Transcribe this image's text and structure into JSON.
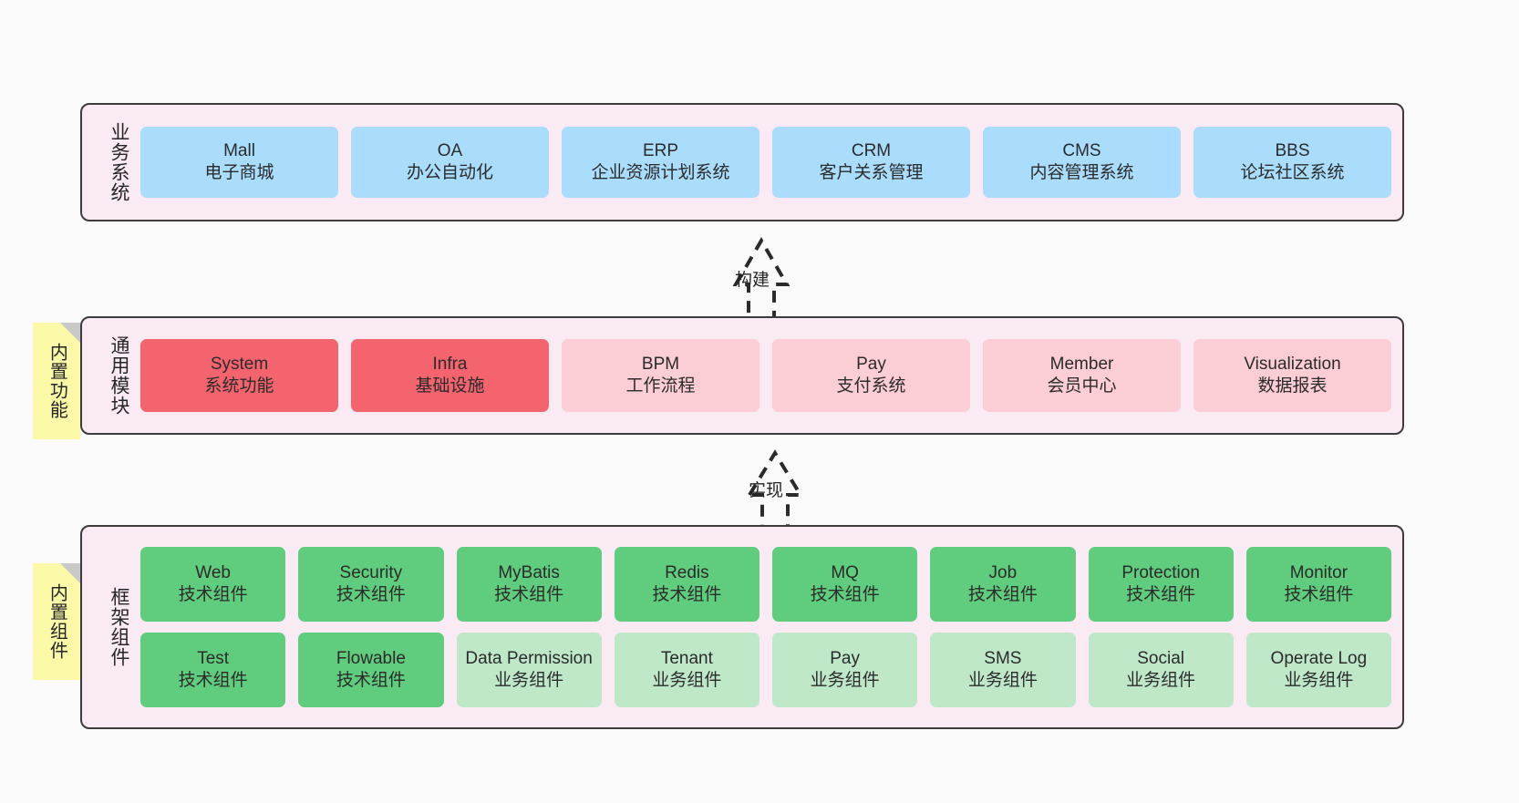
{
  "diagram": {
    "title": "业务系统 / 通用模块 / 框架组件 架构图",
    "colors": {
      "background": "#fafafa",
      "layer_fill": "#f9eaf4",
      "layer_border": "#3c3c3c",
      "blue": "#aadcfb",
      "red": "#f4646e",
      "pink": "#fbcdd4",
      "green": "#5fcc7e",
      "green_light": "#bfe8c9",
      "sticky": "#fbf8a8",
      "sticky_fold": "#c9c9c9"
    }
  },
  "layers": {
    "business": {
      "label": "业务系统",
      "rows": [
        [
          {
            "name": "Mall",
            "desc": "电子商城",
            "color": "c-blue"
          },
          {
            "name": "OA",
            "desc": "办公自动化",
            "color": "c-blue"
          },
          {
            "name": "ERP",
            "desc": "企业资源计划系统",
            "color": "c-blue"
          },
          {
            "name": "CRM",
            "desc": "客户关系管理",
            "color": "c-blue"
          },
          {
            "name": "CMS",
            "desc": "内容管理系统",
            "color": "c-blue"
          },
          {
            "name": "BBS",
            "desc": "论坛社区系统",
            "color": "c-blue"
          }
        ]
      ]
    },
    "common": {
      "label": "通用模块",
      "sticky": "内置功能",
      "rows": [
        [
          {
            "name": "System",
            "desc": "系统功能",
            "color": "c-red"
          },
          {
            "name": "Infra",
            "desc": "基础设施",
            "color": "c-red"
          },
          {
            "name": "BPM",
            "desc": "工作流程",
            "color": "c-pink"
          },
          {
            "name": "Pay",
            "desc": "支付系统",
            "color": "c-pink"
          },
          {
            "name": "Member",
            "desc": "会员中心",
            "color": "c-pink"
          },
          {
            "name": "Visualization",
            "desc": "数据报表",
            "color": "c-pink"
          }
        ]
      ]
    },
    "framework": {
      "label": "框架组件",
      "sticky": "内置组件",
      "rows": [
        [
          {
            "name": "Web",
            "desc": "技术组件",
            "color": "c-green"
          },
          {
            "name": "Security",
            "desc": "技术组件",
            "color": "c-green"
          },
          {
            "name": "MyBatis",
            "desc": "技术组件",
            "color": "c-green"
          },
          {
            "name": "Redis",
            "desc": "技术组件",
            "color": "c-green"
          },
          {
            "name": "MQ",
            "desc": "技术组件",
            "color": "c-green"
          },
          {
            "name": "Job",
            "desc": "技术组件",
            "color": "c-green"
          },
          {
            "name": "Protection",
            "desc": "技术组件",
            "color": "c-green"
          },
          {
            "name": "Monitor",
            "desc": "技术组件",
            "color": "c-green"
          }
        ],
        [
          {
            "name": "Test",
            "desc": "技术组件",
            "color": "c-green"
          },
          {
            "name": "Flowable",
            "desc": "技术组件",
            "color": "c-green"
          },
          {
            "name": "Data Permission",
            "desc": "业务组件",
            "color": "c-green-light"
          },
          {
            "name": "Tenant",
            "desc": "业务组件",
            "color": "c-green-light"
          },
          {
            "name": "Pay",
            "desc": "业务组件",
            "color": "c-green-light"
          },
          {
            "name": "SMS",
            "desc": "业务组件",
            "color": "c-green-light"
          },
          {
            "name": "Social",
            "desc": "业务组件",
            "color": "c-green-light"
          },
          {
            "name": "Operate Log",
            "desc": "业务组件",
            "color": "c-green-light"
          }
        ]
      ]
    }
  },
  "connectors": [
    {
      "id": "build",
      "label": "构建",
      "from": "common",
      "to": "business"
    },
    {
      "id": "impl",
      "label": "实现",
      "from": "framework",
      "to": "common"
    }
  ]
}
